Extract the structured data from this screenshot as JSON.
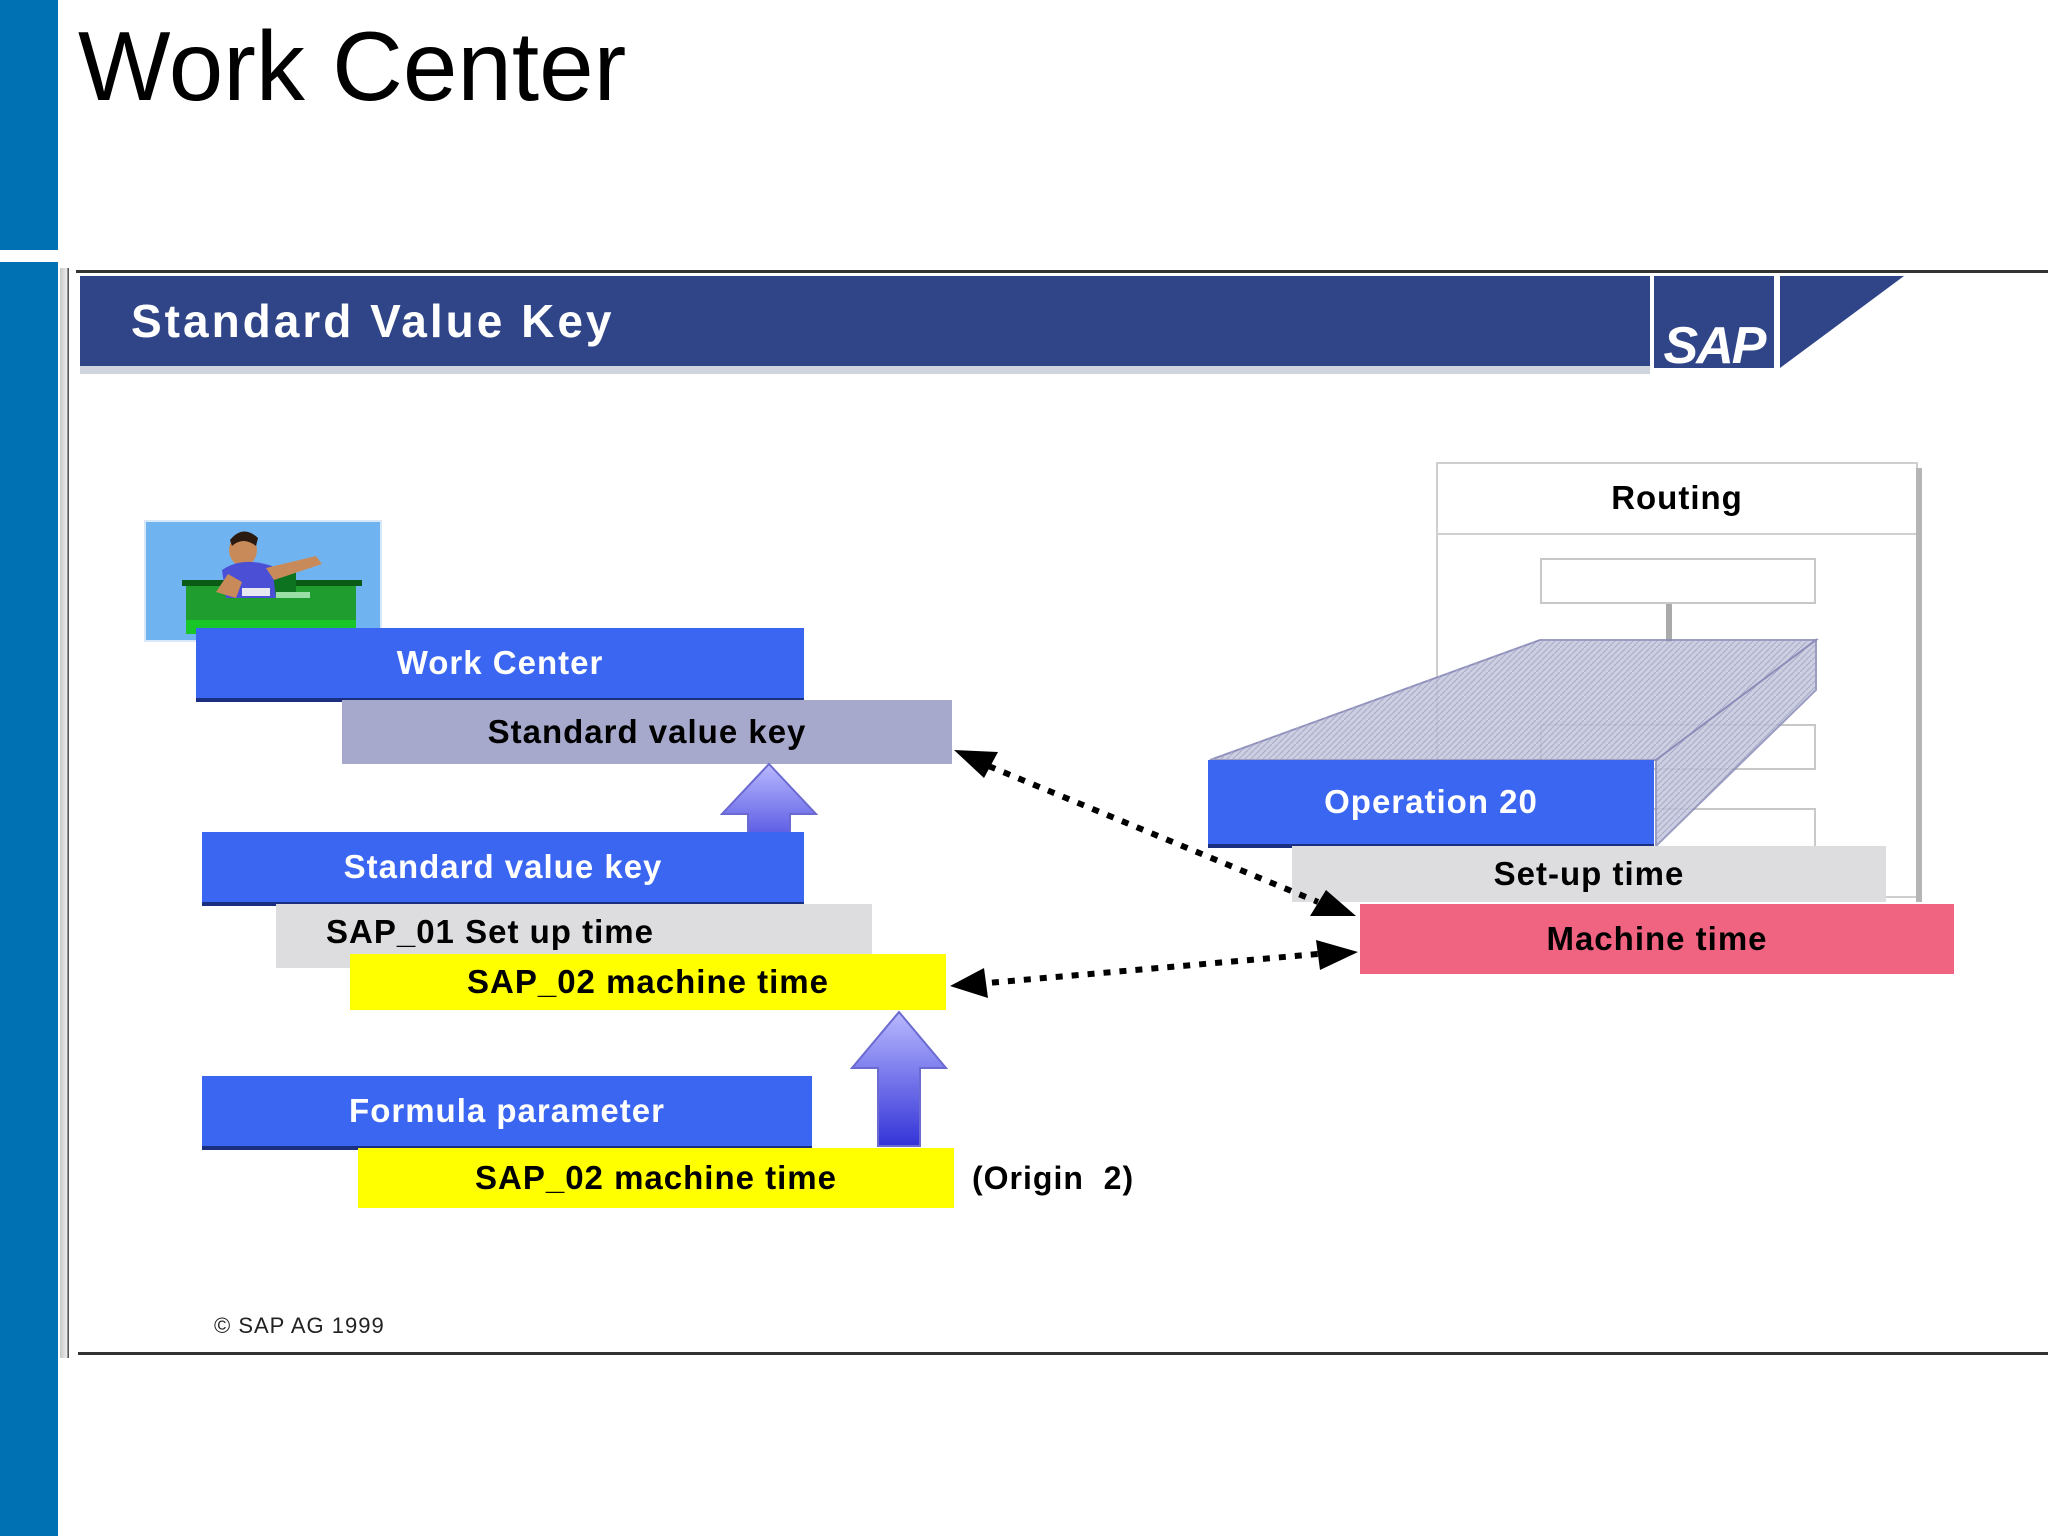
{
  "page": {
    "title": "Work Center"
  },
  "slide": {
    "title": "Standard Value Key",
    "logo": "SAP",
    "footer": "© SAP AG 1999"
  },
  "left": {
    "work_center": "Work Center",
    "svk_top": "Standard value key",
    "svk_header": "Standard value key",
    "param_1": "SAP_01 Set up time",
    "param_2": "SAP_02 machine time",
    "formula_header": "Formula parameter",
    "formula_value": "SAP_02 machine time",
    "origin": "(Origin  2)"
  },
  "right": {
    "routing": "Routing",
    "operation": "Operation 20",
    "setup_time": "Set-up time",
    "machine_time": "Machine time"
  },
  "icons": [
    "worker-icon",
    "up-arrow-icon",
    "dotted-double-arrow-icon",
    "sap-logo"
  ],
  "colors": {
    "brand_blue": "#0072b3",
    "header_navy": "#2f4587",
    "box_blue": "#3a66f2",
    "highlight_yellow": "#ffff00",
    "machine_pink": "#f06482",
    "svk_gray": "#a6a8cc"
  }
}
